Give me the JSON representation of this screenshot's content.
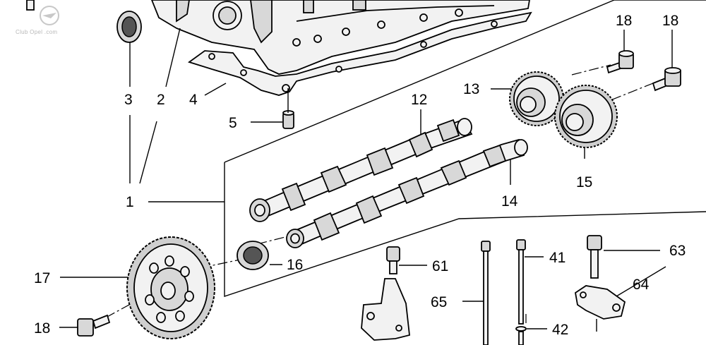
{
  "watermark": "Club Opel .com",
  "callouts": [
    {
      "key": "c3",
      "label": "3"
    },
    {
      "key": "c2",
      "label": "2"
    },
    {
      "key": "c4",
      "label": "4"
    },
    {
      "key": "c5",
      "label": "5"
    },
    {
      "key": "c1",
      "label": "1"
    },
    {
      "key": "c12",
      "label": "12"
    },
    {
      "key": "c13",
      "label": "13"
    },
    {
      "key": "c18a",
      "label": "18"
    },
    {
      "key": "c18b",
      "label": "18"
    },
    {
      "key": "c15",
      "label": "15"
    },
    {
      "key": "c14",
      "label": "14"
    },
    {
      "key": "c16",
      "label": "16"
    },
    {
      "key": "c17",
      "label": "17"
    },
    {
      "key": "c18c",
      "label": "18"
    },
    {
      "key": "c61",
      "label": "61"
    },
    {
      "key": "c65",
      "label": "65"
    },
    {
      "key": "c41",
      "label": "41"
    },
    {
      "key": "c42",
      "label": "42"
    },
    {
      "key": "c63",
      "label": "63"
    },
    {
      "key": "c64",
      "label": "64"
    }
  ]
}
